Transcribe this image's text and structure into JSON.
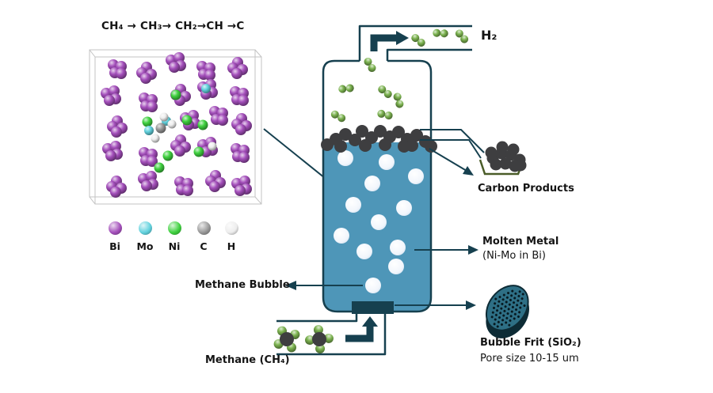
{
  "title_reaction": "CH₄ → CH₃→ CH₂→CH →C",
  "labels": {
    "h2": "H₂",
    "carbon_products": "Carbon Products",
    "molten_metal": "Molten Metal",
    "molten_metal_detail": "(Ni-Mo in Bi)",
    "methane_bubble": "Methane Bubble",
    "bubble_frit": "Bubble Frit (SiO₂)",
    "pore_size": "Pore size 10-15 um",
    "methane_feed": "Methane (CH₄)"
  },
  "legend": {
    "items": [
      {
        "symbol": "Bi",
        "element": "bi",
        "color": "#a44fbb"
      },
      {
        "symbol": "Mo",
        "element": "mo",
        "color": "#62d2de"
      },
      {
        "symbol": "Ni",
        "element": "ni",
        "color": "#3fd13f"
      },
      {
        "symbol": "C",
        "element": "c",
        "color": "#989898"
      },
      {
        "symbol": "H",
        "element": "h",
        "color": "#ededed"
      }
    ]
  },
  "colors": {
    "pipe": "#16404f",
    "liquid": "#4e96b8",
    "hydrogen_green": "#7cb350",
    "carbon_dark": "#3e3e40",
    "dish_olive": "#4a5c28",
    "frit_face": "#2e6f85",
    "frit_rim": "#0d2b35"
  },
  "simulation_box": {
    "bi_clusters": [
      [
        148,
        88
      ],
      [
        185,
        92
      ],
      [
        222,
        80
      ],
      [
        260,
        90
      ],
      [
        300,
        86
      ],
      [
        140,
        122
      ],
      [
        187,
        130
      ],
      [
        228,
        120
      ],
      [
        262,
        114
      ],
      [
        302,
        122
      ],
      [
        148,
        160
      ],
      [
        240,
        153
      ],
      [
        276,
        147
      ],
      [
        305,
        157
      ],
      [
        142,
        192
      ],
      [
        187,
        199
      ],
      [
        228,
        184
      ],
      [
        262,
        187
      ],
      [
        303,
        194
      ],
      [
        147,
        236
      ],
      [
        187,
        230
      ],
      [
        232,
        236
      ],
      [
        272,
        229
      ],
      [
        305,
        236
      ]
    ],
    "ni_atoms": [
      [
        222,
        120
      ],
      [
        186,
        154
      ],
      [
        236,
        152
      ],
      [
        256,
        158
      ],
      [
        212,
        197
      ],
      [
        201,
        212
      ],
      [
        251,
        192
      ]
    ],
    "mo_atoms": [
      [
        260,
        112
      ],
      [
        210,
        153
      ],
      [
        188,
        165
      ]
    ],
    "c_atoms": [
      [
        203,
        162
      ]
    ],
    "h_atoms": [
      [
        207,
        148
      ],
      [
        217,
        157
      ],
      [
        196,
        175
      ],
      [
        268,
        185
      ]
    ]
  },
  "reactor": {
    "h2_pipe_dimers": [
      [
        528,
        51,
        20
      ],
      [
        556,
        42,
        -15
      ],
      [
        583,
        46,
        30
      ]
    ],
    "h2_column_dimers": [
      [
        467,
        82,
        40
      ],
      [
        437,
        112,
        -25
      ],
      [
        486,
        116,
        20
      ],
      [
        503,
        127,
        55
      ],
      [
        427,
        147,
        10
      ],
      [
        486,
        145,
        -5
      ]
    ],
    "bubbles": [
      [
        436,
        200
      ],
      [
        488,
        205
      ],
      [
        525,
        223
      ],
      [
        470,
        232
      ],
      [
        446,
        259
      ],
      [
        510,
        263
      ],
      [
        478,
        281
      ],
      [
        431,
        298
      ],
      [
        502,
        313
      ],
      [
        460,
        318
      ],
      [
        500,
        337
      ],
      [
        471,
        361
      ]
    ],
    "surface_carbon": [
      [
        413,
        183
      ],
      [
        424,
        176
      ],
      [
        436,
        170
      ],
      [
        448,
        177
      ],
      [
        457,
        166
      ],
      [
        469,
        174
      ],
      [
        480,
        166
      ],
      [
        492,
        173
      ],
      [
        503,
        167
      ],
      [
        514,
        176
      ],
      [
        526,
        171
      ],
      [
        537,
        179
      ],
      [
        544,
        185
      ],
      [
        461,
        184
      ],
      [
        486,
        183
      ],
      [
        510,
        185
      ],
      [
        430,
        185
      ],
      [
        520,
        184
      ]
    ],
    "dish_carbon": [
      [
        622,
        200
      ],
      [
        633,
        194
      ],
      [
        645,
        196
      ],
      [
        656,
        202
      ],
      [
        626,
        208
      ],
      [
        638,
        207
      ],
      [
        650,
        210
      ],
      [
        634,
        186
      ],
      [
        620,
        193
      ],
      [
        657,
        209
      ],
      [
        648,
        189
      ]
    ],
    "methane_molecules": [
      [
        362,
        429,
        15
      ],
      [
        403,
        429,
        40
      ]
    ]
  }
}
